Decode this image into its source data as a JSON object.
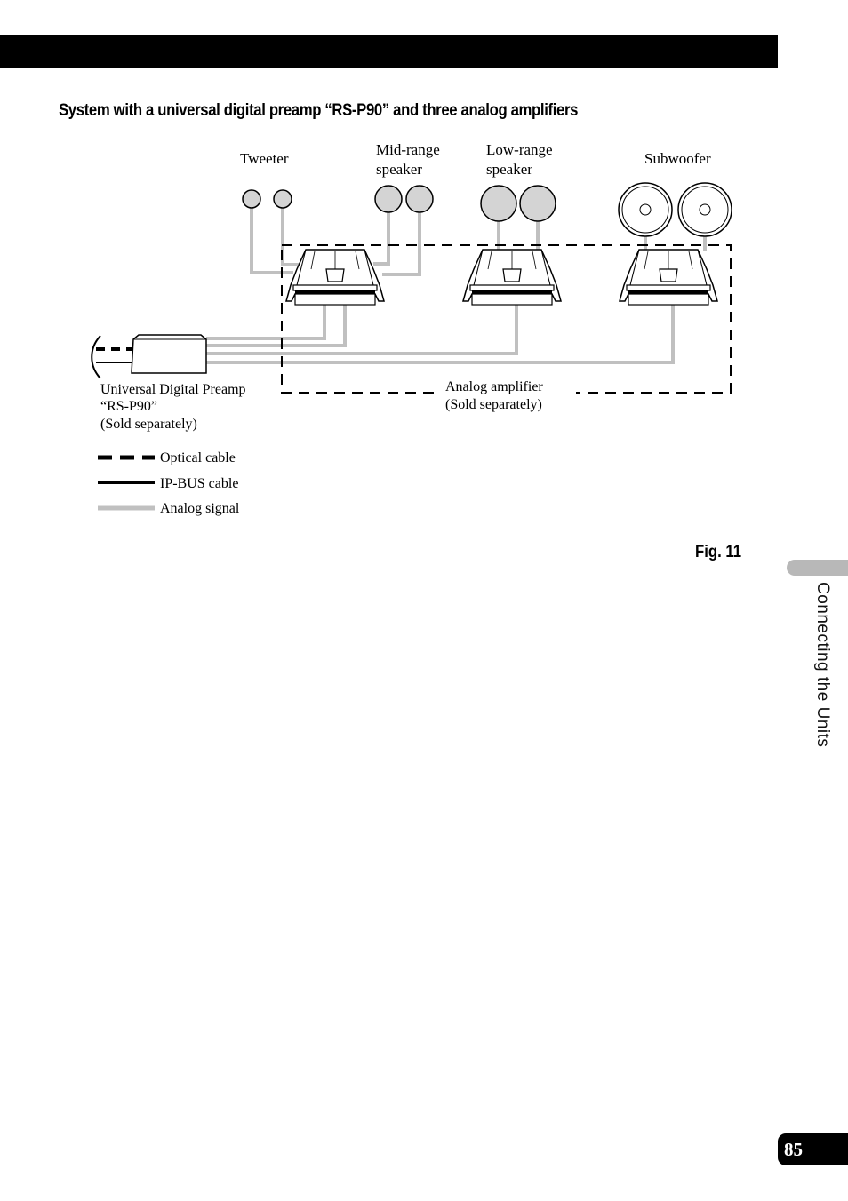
{
  "heading": "System with a universal digital preamp “RS-P90” and three analog amplifiers",
  "labels": {
    "tweeter": "Tweeter",
    "midrange_1": "Mid-range",
    "midrange_2": "speaker",
    "lowrange_1": "Low-range",
    "lowrange_2": "speaker",
    "subwoofer": "Subwoofer",
    "preamp_1": "Universal Digital Preamp",
    "preamp_2": "“RS-P90”",
    "preamp_3": "(Sold separately)",
    "amp_1": "Analog amplifier",
    "amp_2": "(Sold separately)"
  },
  "legend": [
    {
      "label": "Optical cable",
      "style": "dashed",
      "color": "#000000"
    },
    {
      "label": "IP-BUS cable",
      "style": "solid",
      "color": "#000000"
    },
    {
      "label": "Analog signal",
      "style": "solid",
      "color": "#c0c0c0"
    }
  ],
  "figure_label": "Fig. 11",
  "side_tab_text": "Connecting the Units",
  "page_number": "85"
}
